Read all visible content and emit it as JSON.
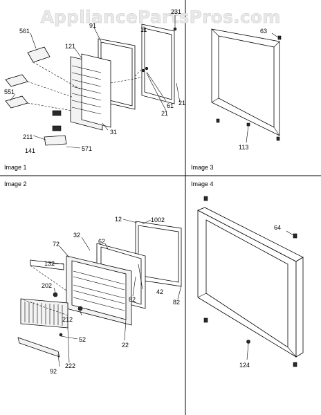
{
  "watermark": "AppliancePartsPros.com",
  "panels": {
    "image1": {
      "title": "Image 1"
    },
    "image2": {
      "title": "Image 2"
    },
    "image3": {
      "title": "Image 3"
    },
    "image4": {
      "title": "Image 4"
    }
  },
  "callouts": {
    "image1": {
      "c231": "231",
      "c11": "11",
      "c91": "91",
      "c561": "561",
      "c121": "121",
      "c551": "551",
      "c61": "61",
      "c21a": "21",
      "c21b": "21",
      "c31": "31",
      "c211": "211",
      "c141": "141",
      "c571": "571"
    },
    "image3": {
      "c63": "63",
      "c113": "113"
    },
    "image2": {
      "c12": "12",
      "c1002": "1002",
      "c32": "32",
      "c62": "62",
      "c72": "72",
      "c132": "132",
      "c202": "202",
      "c42": "42",
      "c82a": "82",
      "c82b": "82",
      "c212": "212",
      "c52": "52",
      "c22": "22",
      "c222": "222",
      "c92": "92"
    },
    "image4": {
      "c64": "64",
      "c124": "124"
    }
  }
}
